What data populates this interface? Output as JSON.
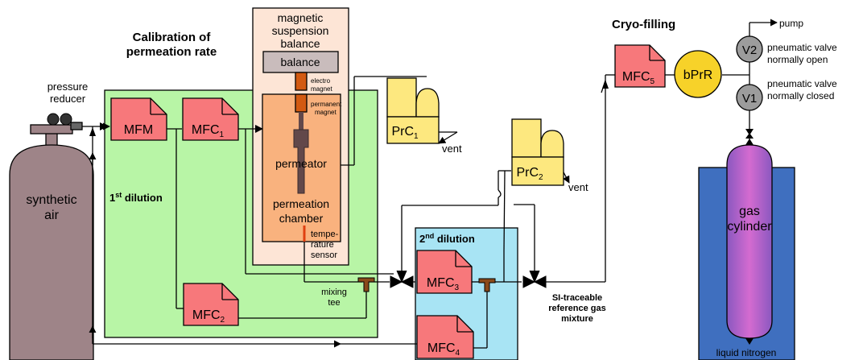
{
  "colors": {
    "page": "#ffffff",
    "dilution1_region": "#b8f5a6",
    "dilution2_region": "#a8e4f4",
    "balance_housing": "#fde5d6",
    "permeation_chamber": "#f9b27e",
    "balance_block": "#c9bcbc",
    "flow_controller": "#f7787b",
    "pressure_controller": "#fde87f",
    "back_pressure_regulator": "#f7d229",
    "valve": "#9c9c9c",
    "cylinder": "#9e8488",
    "liquid_nitrogen": "#3f6fbf",
    "gas_cylinder_gradient": [
      "#8a58c0",
      "#d46bd0",
      "#8a58c0"
    ],
    "magnet": "#d25a12",
    "permeator": "#62484a",
    "temperature_sensor": "#e04010"
  },
  "headings": {
    "calibration_line1": "Calibration of",
    "calibration_line2": "permeation rate",
    "cryo": "Cryo-filling"
  },
  "supply": {
    "pressure_reducer_line1": "pressure",
    "pressure_reducer_line2": "reducer",
    "cylinder_line1": "synthetic",
    "cylinder_line2": "air"
  },
  "first_dilution": {
    "label_main": "1",
    "label_sup": "st",
    "label_rest": " dilution"
  },
  "second_dilution": {
    "label_main": "2",
    "label_sup": "nd",
    "label_rest": " dilution"
  },
  "devices": {
    "mfm": "MFM",
    "mfc_prefix": "MFC",
    "mfc1_sub": "1",
    "mfc2_sub": "2",
    "mfc3_sub": "3",
    "mfc4_sub": "4",
    "mfc5_sub": "5",
    "prc_prefix": "PrC",
    "prc1_sub": "1",
    "prc2_sub": "2",
    "bprr": "bPrR",
    "v1": "V1",
    "v2": "V2"
  },
  "balance": {
    "title_line1": "magnetic",
    "title_line2": "suspension",
    "title_line3": "balance",
    "balance_label": "balance",
    "electromagnet_line1": "electro",
    "electromagnet_line2": "magnet",
    "permanent_line1": "permanent",
    "permanent_line2": "magnet",
    "permeator": "permeator",
    "chamber_line1": "permeation",
    "chamber_line2": "chamber",
    "sensor_line1": "tempe-",
    "sensor_line2": "rature",
    "sensor_line3": "sensor"
  },
  "labels": {
    "vent1": "vent",
    "vent2": "vent",
    "mixing_line1": "mixing",
    "mixing_line2": "tee",
    "si_line1": "SI-traceable",
    "si_line2": "reference gas",
    "si_line3": "mixture",
    "pump": "pump",
    "v2_desc_line1": "pneumatic valve",
    "v2_desc_line2": "normally open",
    "v1_desc_line1": "pneumatic valve",
    "v1_desc_line2": "normally closed",
    "gas_line1": "gas",
    "gas_line2": "cylinder",
    "liquid_nitrogen": "liquid nitrogen"
  }
}
